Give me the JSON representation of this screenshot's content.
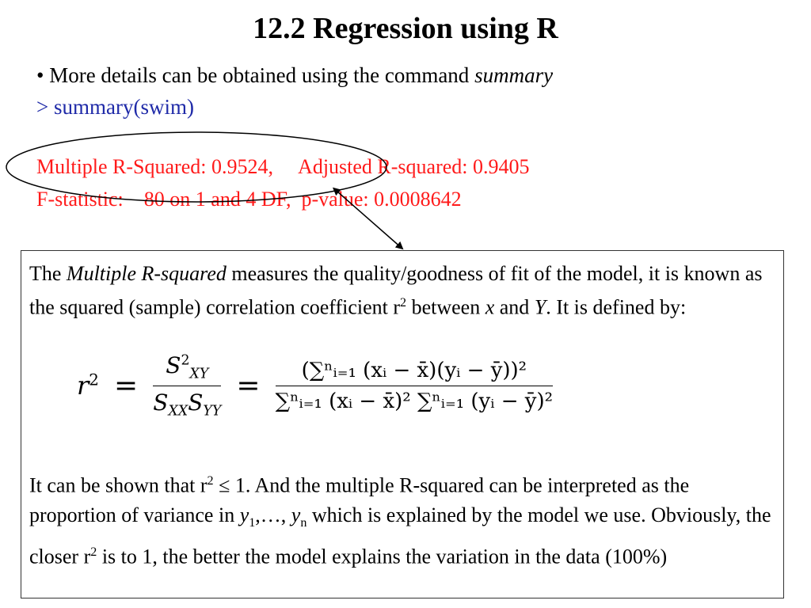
{
  "slide": {
    "title": "12.2 Regression using R",
    "bullet_prefix": "• More details can be obtained using the command ",
    "bullet_cmd_name": "summary",
    "command": "> summary(swim)",
    "output_line1": "Multiple R-Squared: 0.9524,     Adjusted R-squared: 0.9405",
    "output_line2": "F-statistic:    80 on 1 and 4 DF,  p-value: 0.0008642",
    "colors": {
      "command": "#1f2aa8",
      "output": "#ff1a1a",
      "text": "#000000"
    }
  },
  "box": {
    "p1": {
      "a": "The ",
      "b": "Multiple R-squared",
      "c": " measures the quality/goodness of fit of the model, it is known as the squared (sample) correlation coefficient r",
      "d": "2",
      "e": " between ",
      "f": "x",
      "g": " and ",
      "h": "Y",
      "i": ". It is defined by:"
    },
    "formula": {
      "lhs_base": "r",
      "lhs_exp": "2",
      "eq": "=",
      "num1_base": "S",
      "num1_sup": "2",
      "num1_sub": "XY",
      "den1_a": "S",
      "den1_a_sub": "XX",
      "den1_b": "S",
      "den1_b_sub": "YY",
      "num2": "(∑ⁿᵢ₌₁ (xᵢ − x̄)(yᵢ − ȳ))²",
      "den2": "∑ⁿᵢ₌₁ (xᵢ − x̄)² ∑ⁿᵢ₌₁ (yᵢ − ȳ)²"
    },
    "p2": {
      "a": "It can be shown that r",
      "b": "2",
      "c": " ≤ 1. And the multiple R-squared can be interpreted as the proportion of variance in ",
      "d": "y",
      "e": "1",
      "f": ",…, ",
      "g": "y",
      "h": "n",
      "i": " which is explained by the model we use. Obviously, the closer r",
      "j": "2",
      "k": " is to 1, the better the model explains the variation in the data (100%)"
    }
  }
}
